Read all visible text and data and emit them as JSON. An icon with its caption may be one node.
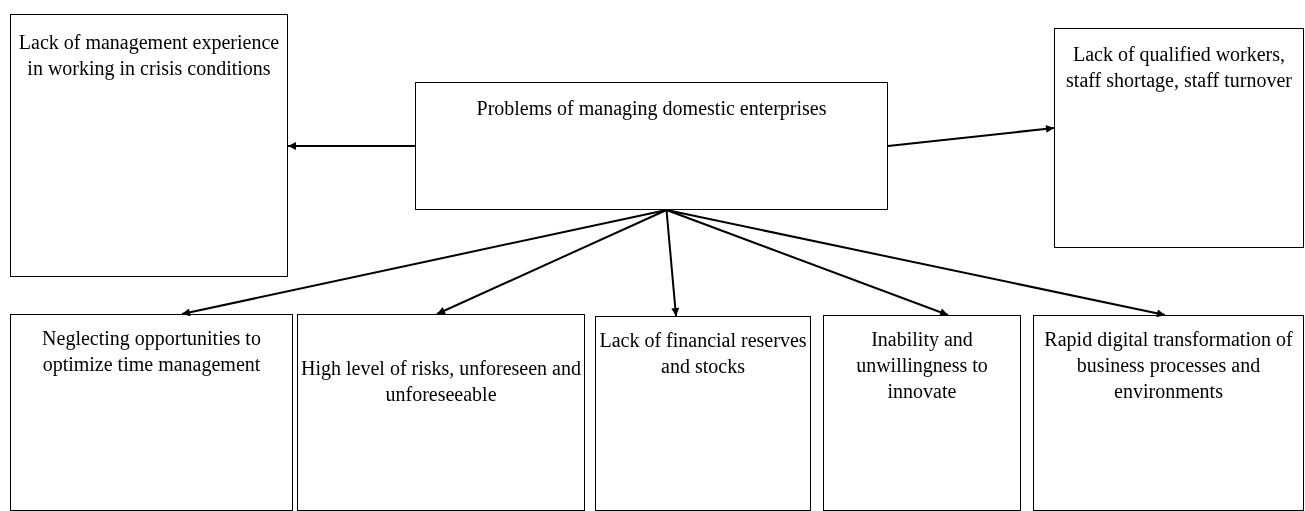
{
  "diagram": {
    "nodes": [
      {
        "text": [
          "Problems of managing domestic enterprises"
        ]
      },
      {
        "text": [
          "Lack of management experience in working in crisis conditions"
        ]
      },
      {
        "text": [
          "Lack of qualified workers, staff shortage, staff turnover"
        ]
      },
      {
        "text": [
          "Neglecting opportunities to optimize time management"
        ]
      },
      {
        "text": [
          "High level of risks, unforeseen and unforeseeable"
        ]
      },
      {
        "text": [
          "Lack of financial reserves and stocks"
        ]
      },
      {
        "text": [
          "Inability and unwillingness to innovate"
        ]
      },
      {
        "text": [
          "Rapid digital transformation of business processes and environments"
        ]
      }
    ],
    "edges": [
      {
        "from": 0,
        "to": 1,
        "arrow": "to"
      },
      {
        "from": 0,
        "to": 2,
        "arrow": "to"
      },
      {
        "from": 0,
        "to": 3,
        "arrow": "to"
      },
      {
        "from": 0,
        "to": 4,
        "arrow": "to"
      },
      {
        "from": 0,
        "to": 5,
        "arrow": "to"
      },
      {
        "from": 0,
        "to": 6,
        "arrow": "to"
      },
      {
        "from": 0,
        "to": 7,
        "arrow": "to"
      }
    ]
  }
}
